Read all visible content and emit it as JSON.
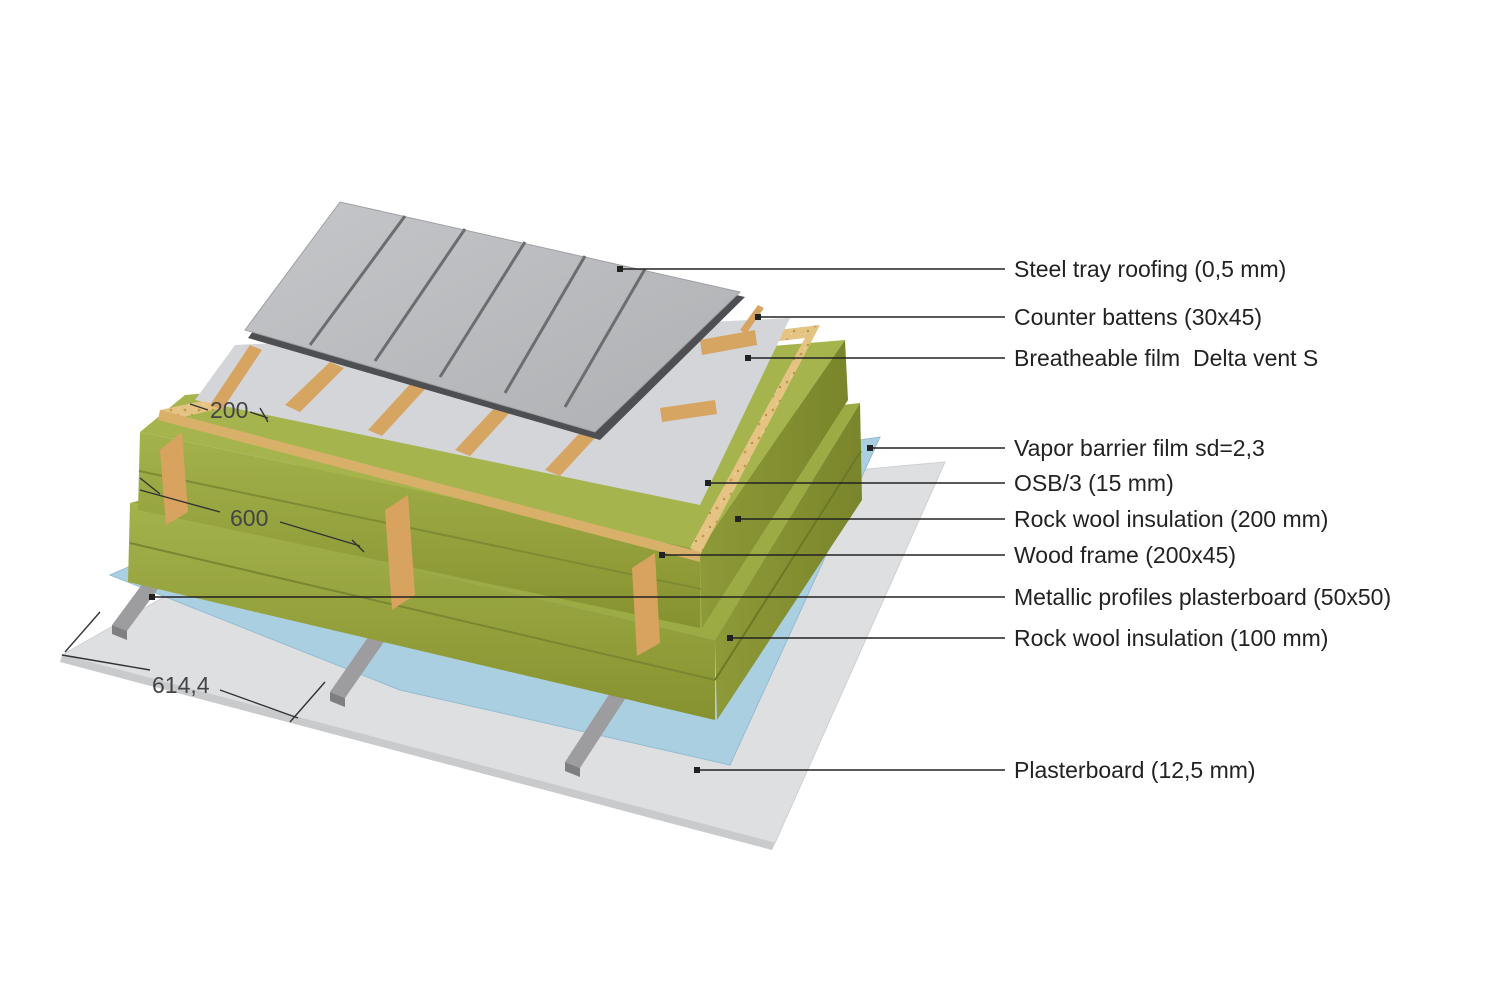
{
  "layers": [
    {
      "id": "steel",
      "label": "Steel tray roofing (0,5 mm)"
    },
    {
      "id": "battens",
      "label": "Counter battens (30x45)"
    },
    {
      "id": "film",
      "label": "Breatheable film  Delta vent S"
    },
    {
      "id": "vapor",
      "label": "Vapor barrier film sd=2,3"
    },
    {
      "id": "osb",
      "label": "OSB/3 (15 mm)"
    },
    {
      "id": "wool200",
      "label": "Rock wool insulation (200 mm)"
    },
    {
      "id": "frame",
      "label": "Wood frame (200x45)"
    },
    {
      "id": "profiles",
      "label": "Metallic profiles plasterboard (50x50)"
    },
    {
      "id": "wool100",
      "label": "Rock wool insulation (100 mm)"
    },
    {
      "id": "plaster",
      "label": "Plasterboard (12,5 mm)"
    }
  ],
  "dimensions": {
    "batten_spacing": "200",
    "frame_spacing": "600",
    "profile_spacing": "614,4"
  },
  "colors": {
    "plasterboard": "#d9d9db",
    "vapor_film": "#a9cde0",
    "rock_wool": "#9aa845",
    "rock_wool_dark": "#7e8a33",
    "osb": "#e2bf7e",
    "wood": "#d9a460",
    "film": "#cfd1d4",
    "steel": "#b9bbbe",
    "metal_profile": "#9b9b9b",
    "leader": "#222222"
  }
}
